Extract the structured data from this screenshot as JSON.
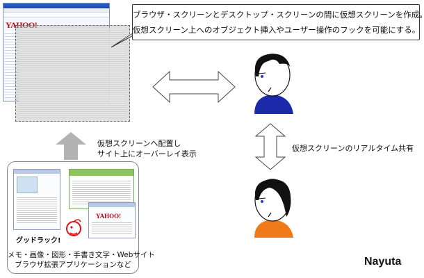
{
  "callout": {
    "line1": "ブラウザ・スクリーンとデスクトップ・スクリーンの間に仮想スクリーンを作成。",
    "line2": "仮想スクリーン上へのオブジェクト挿入やユーザー操作のフックを可能にする。"
  },
  "browser": {
    "logo": "YAHOO!"
  },
  "upload_label": {
    "line1": "仮想スクリーンへ配置し",
    "line2": "サイト上にオーバーレイ表示"
  },
  "share_label": "仮想スクリーンのリアルタイム共有",
  "objects_box": {
    "logo_text": "グッドラック!",
    "caption_line1": "メモ・画像・図形・手書き文字・Webサイト",
    "caption_line2": "ブラウザ拡張アプリケーションなど"
  },
  "brand": "Nayuta",
  "colors": {
    "accent_blue": "#1a2aa8",
    "accent_orange": "#f07a18",
    "arrow_gray": "#b3b3b3"
  }
}
